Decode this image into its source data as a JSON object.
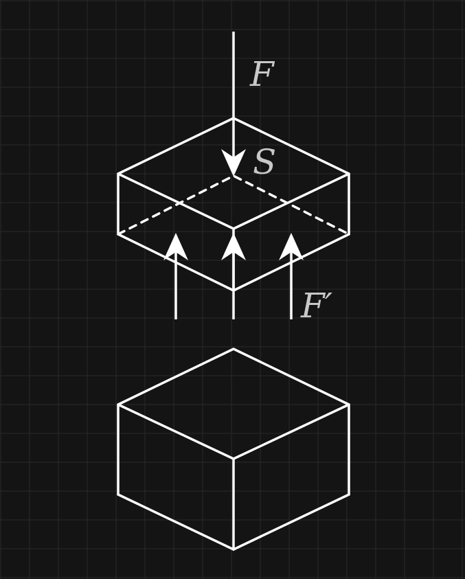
{
  "diagram": {
    "labels": {
      "force": "F",
      "surface": "S",
      "reaction": "F′"
    },
    "colors": {
      "background": "#141414",
      "grid": "#2a2a2a",
      "stroke": "#ffffff",
      "label": "#c8c8c8"
    }
  }
}
